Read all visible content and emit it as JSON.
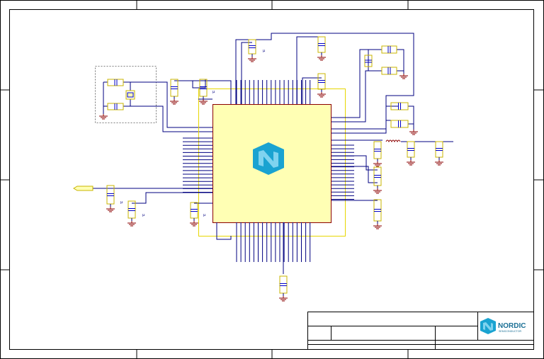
{
  "colors": {
    "frame": "#000000",
    "wire": "#000080",
    "part": "#c8b400",
    "chip_fill": "#ffffb4",
    "chip_border": "#8b0000",
    "ground": "#8b0000",
    "capacitor_plate": "#0000c8",
    "logo_blue": "#1aa3d1",
    "logo_light": "#7fd3ef"
  },
  "title_block": {
    "brand": "NORDIC",
    "brand_sub": "SEMICONDUCTOR",
    "logo_icon": "nordic-logo-icon"
  },
  "capacitor_value_marks": [
    "µ",
    "µ",
    "µ",
    "µ",
    "µ"
  ],
  "chip_icon": "nordic-logo-icon"
}
